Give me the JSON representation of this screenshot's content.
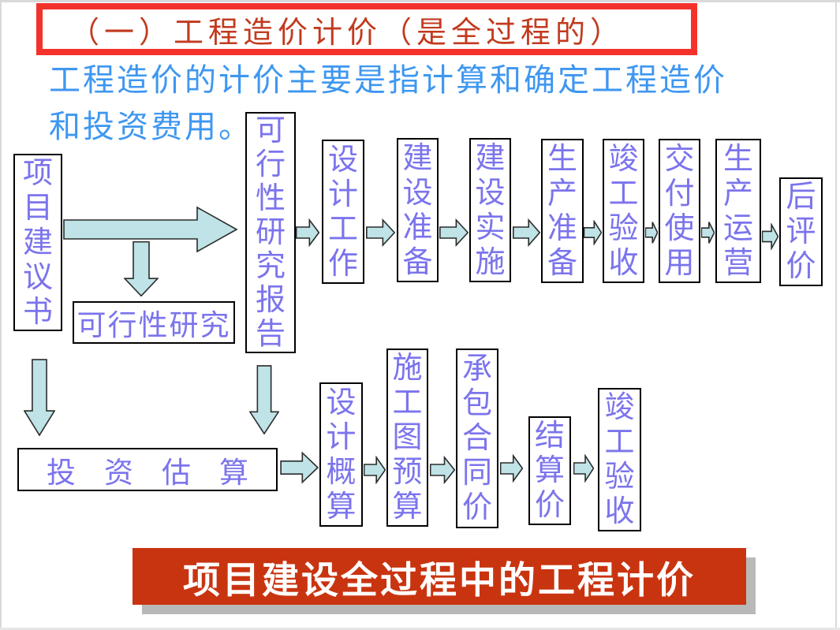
{
  "slide": {
    "title": "（一）工程造价计价（是全过程的）",
    "intro": {
      "line1": "工程造价的计价主要是指计算和确定工程造价",
      "line2": "和投资费用。"
    },
    "banner": "项目建设全过程中的工程计价"
  },
  "flowchart": {
    "stages": [
      "项目建议书",
      "可行性研究",
      "可行性研究报告",
      "设计工作",
      "建设准备",
      "建设实施",
      "生产准备",
      "竣工验收",
      "交付使用",
      "生产运营",
      "后评价"
    ],
    "pricing": [
      "投资估算",
      "设计概算",
      "施工图预算",
      "承包合同价",
      "结算价",
      "竣工验收"
    ]
  },
  "colors": {
    "title_border": "#F4322C",
    "title_text": "#C23A1E",
    "intro_text": "#3E97F0",
    "box_text": "#7B74EC",
    "box_border": "#000000",
    "arrow_fill": "#BFE3E7",
    "banner_bg": "#C93410",
    "banner_text": "#FFFFFF",
    "banner_shadow": "#B9B9B9"
  }
}
